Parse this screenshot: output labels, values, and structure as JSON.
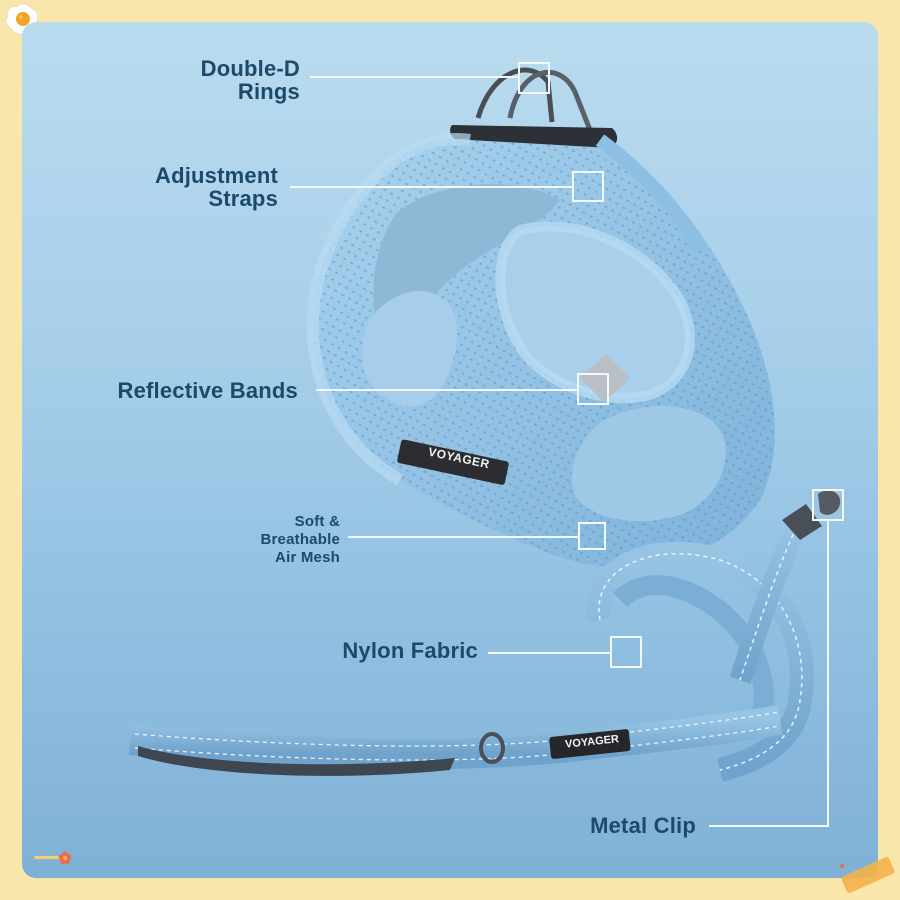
{
  "colors": {
    "frame": "#f8e6ab",
    "panel_top": "#b9dbee",
    "panel_bottom": "#7fb1d6",
    "label_text": "#1b4a6b",
    "callout_line": "#f3f8fb",
    "product_blue": "#8ec0e2",
    "egg_yolk": "#f2a32a",
    "flower": "#ef6b4f",
    "tape": "#f4b14a"
  },
  "product": {
    "harness_logo": "VOYAGER",
    "leash_logo": "VOYAGER"
  },
  "callouts": [
    {
      "id": "double-d-rings",
      "lines": [
        "Double-D",
        "Rings"
      ]
    },
    {
      "id": "adjustment-straps",
      "lines": [
        "Adjustment",
        "Straps"
      ]
    },
    {
      "id": "reflective-bands",
      "lines": [
        "Reflective Bands"
      ]
    },
    {
      "id": "air-mesh",
      "lines": [
        "Soft &",
        "Breathable",
        "Air Mesh"
      ]
    },
    {
      "id": "nylon-fabric",
      "lines": [
        "Nylon Fabric"
      ]
    },
    {
      "id": "metal-clip",
      "lines": [
        "Metal Clip"
      ]
    }
  ],
  "decorations": {
    "top_left": "fried-egg",
    "bottom_left": "flower-pin",
    "bottom_right": "washi-tape"
  }
}
